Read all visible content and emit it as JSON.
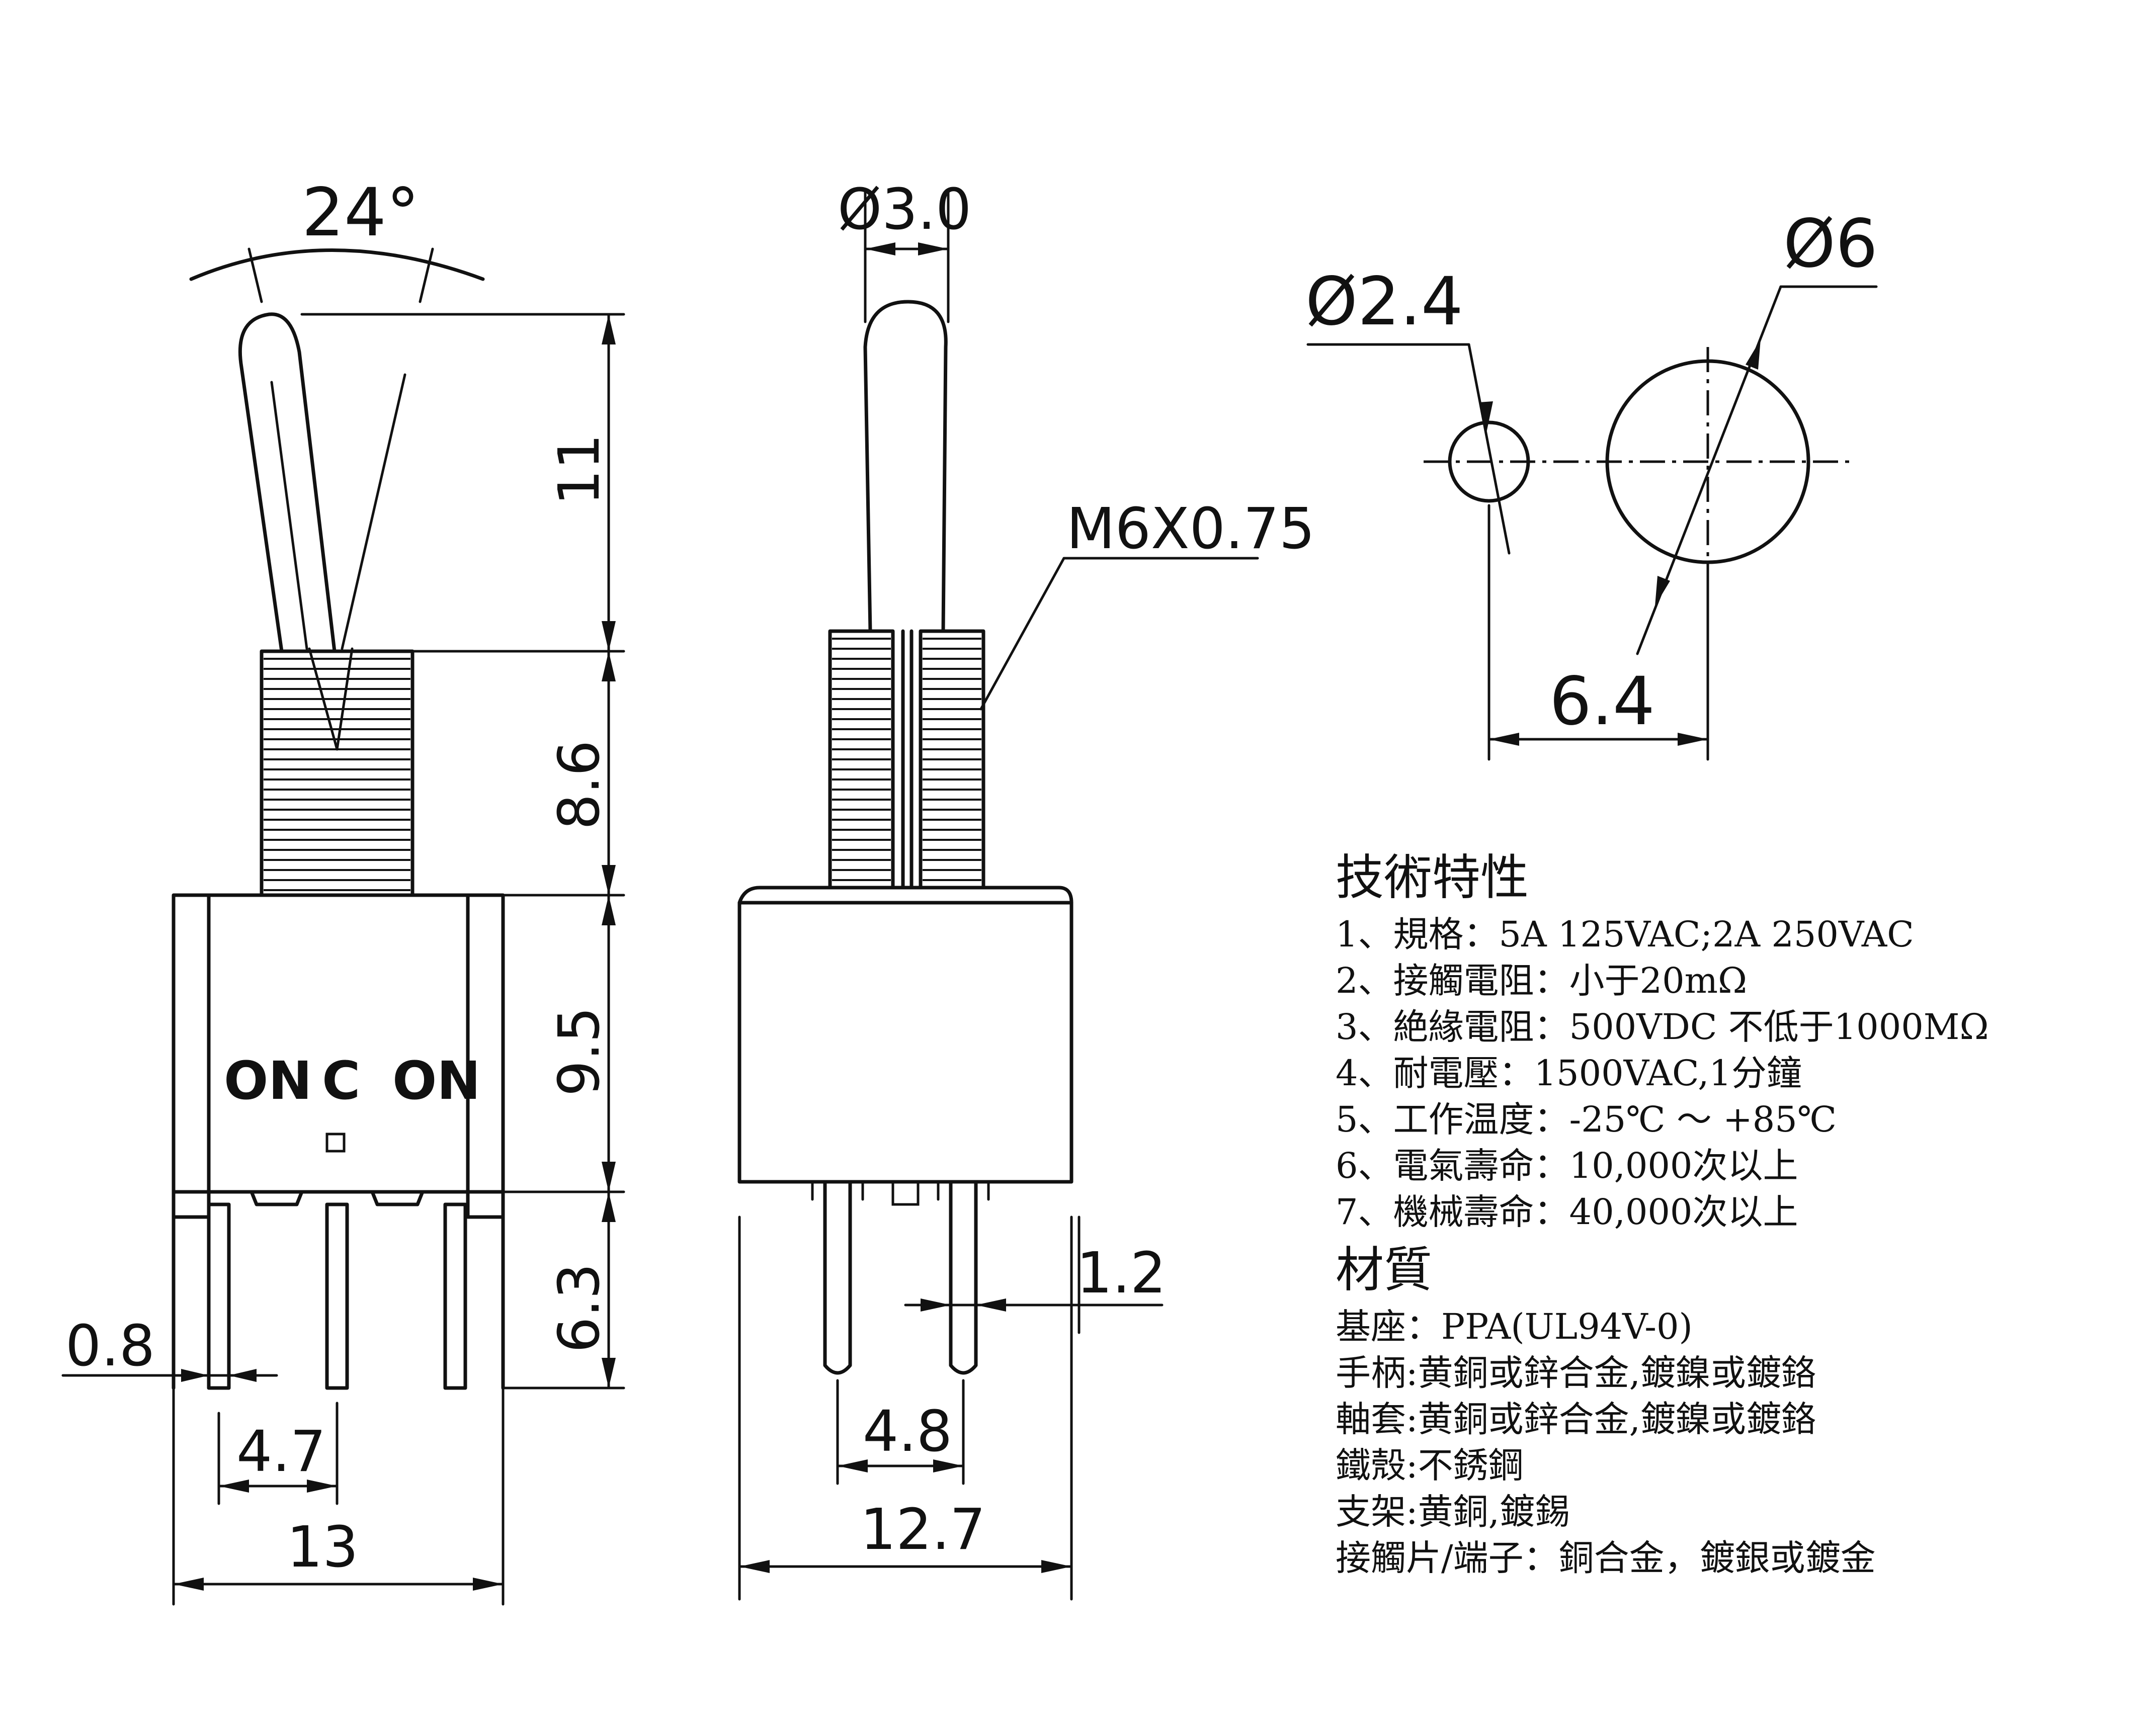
{
  "diagram": {
    "side_view": {
      "angle_label": "24°",
      "switch_labels": {
        "on_left": "ON",
        "common": "C",
        "on_right": "ON"
      },
      "dims": {
        "lever_height": "11",
        "bushing_height": "8.6",
        "body_height": "9.5",
        "terminal_length": "6.3",
        "terminal_width": "0.8",
        "terminal_pitch": "4.7",
        "body_width": "13"
      }
    },
    "front_view": {
      "lever_diameter": "Ø3.0",
      "thread_spec": "M6X0.75",
      "terminal_thickness": "1.2",
      "terminal_spacing": "4.8",
      "body_width": "12.7"
    },
    "panel_cutout": {
      "key_hole": "Ø2.4",
      "main_hole": "Ø6",
      "center_distance": "6.4"
    }
  },
  "specs": {
    "tech_title": "技術特性",
    "tech_items": [
      "1、規格：5A 125VAC;2A 250VAC",
      "2、接觸電阻：小于20mΩ",
      "3、絶緣電阻：500VDC 不低于1000MΩ",
      "4、耐電壓：1500VAC,1分鐘",
      "5、工作温度：-25℃ ～ +85℃",
      "6、電氣壽命：10,000次以上",
      "7、機械壽命：40,000次以上"
    ],
    "material_title": "材質",
    "material_items": [
      "基座：PPA(UL94V-0)",
      "手柄:黄銅或鋅合金,鍍鎳或鍍鉻",
      "軸套:黄銅或鋅合金,鍍鎳或鍍鉻",
      "鐵殼:不銹鋼",
      "支架:黄銅,鍍錫",
      "接觸片/端子：銅合金，鍍銀或鍍金"
    ]
  }
}
